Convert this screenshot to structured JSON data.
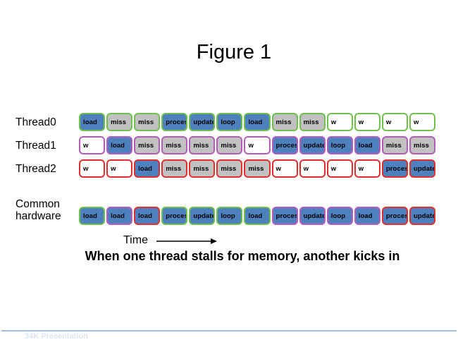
{
  "slide": {
    "title": "Figure 1",
    "time_label": "Time",
    "caption": "When one thread stalls for memory, another kicks in",
    "footer": "34K Presentation"
  },
  "colors": {
    "blue": "#4e80be",
    "gray": "#c1c1c1",
    "white": "#ffffff",
    "green": "#6fc04c",
    "purple": "#b55cba",
    "red": "#e12e2e",
    "footer_line": "#a7bfdb",
    "footer_text": "#dde6f0"
  },
  "rows": [
    {
      "id": "thread0",
      "label": "Thread0",
      "cells": [
        {
          "text": "load",
          "fill": "blue",
          "border": "green"
        },
        {
          "text": "miss",
          "fill": "gray",
          "border": "green"
        },
        {
          "text": "miss",
          "fill": "gray",
          "border": "green"
        },
        {
          "text": "process",
          "fill": "blue",
          "border": "green"
        },
        {
          "text": "update",
          "fill": "blue",
          "border": "green"
        },
        {
          "text": "loop",
          "fill": "blue",
          "border": "green"
        },
        {
          "text": "load",
          "fill": "blue",
          "border": "green"
        },
        {
          "text": "miss",
          "fill": "gray",
          "border": "green"
        },
        {
          "text": "miss",
          "fill": "gray",
          "border": "green"
        },
        {
          "text": "w",
          "fill": "white",
          "border": "green"
        },
        {
          "text": "w",
          "fill": "white",
          "border": "green"
        },
        {
          "text": "w",
          "fill": "white",
          "border": "green"
        },
        {
          "text": "w",
          "fill": "white",
          "border": "green"
        }
      ]
    },
    {
      "id": "thread1",
      "label": "Thread1",
      "cells": [
        {
          "text": "w",
          "fill": "white",
          "border": "purple"
        },
        {
          "text": "load",
          "fill": "blue",
          "border": "purple"
        },
        {
          "text": "miss",
          "fill": "gray",
          "border": "purple"
        },
        {
          "text": "miss",
          "fill": "gray",
          "border": "purple"
        },
        {
          "text": "miss",
          "fill": "gray",
          "border": "purple"
        },
        {
          "text": "miss",
          "fill": "gray",
          "border": "purple"
        },
        {
          "text": "w",
          "fill": "white",
          "border": "purple"
        },
        {
          "text": "process",
          "fill": "blue",
          "border": "purple"
        },
        {
          "text": "update",
          "fill": "blue",
          "border": "purple"
        },
        {
          "text": "loop",
          "fill": "blue",
          "border": "purple"
        },
        {
          "text": "load",
          "fill": "blue",
          "border": "purple"
        },
        {
          "text": "miss",
          "fill": "gray",
          "border": "purple"
        },
        {
          "text": "miss",
          "fill": "gray",
          "border": "purple"
        }
      ]
    },
    {
      "id": "thread2",
      "label": "Thread2",
      "cells": [
        {
          "text": "w",
          "fill": "white",
          "border": "red"
        },
        {
          "text": "w",
          "fill": "white",
          "border": "red"
        },
        {
          "text": "load",
          "fill": "blue",
          "border": "red"
        },
        {
          "text": "miss",
          "fill": "gray",
          "border": "red"
        },
        {
          "text": "miss",
          "fill": "gray",
          "border": "red"
        },
        {
          "text": "miss",
          "fill": "gray",
          "border": "red"
        },
        {
          "text": "miss",
          "fill": "gray",
          "border": "red"
        },
        {
          "text": "w",
          "fill": "white",
          "border": "red"
        },
        {
          "text": "w",
          "fill": "white",
          "border": "red"
        },
        {
          "text": "w",
          "fill": "white",
          "border": "red"
        },
        {
          "text": "w",
          "fill": "white",
          "border": "red"
        },
        {
          "text": "process",
          "fill": "blue",
          "border": "red"
        },
        {
          "text": "update",
          "fill": "blue",
          "border": "red"
        }
      ]
    },
    {
      "id": "common",
      "label": "Common\nhardware",
      "cells": [
        {
          "text": "load",
          "fill": "blue",
          "border": "green"
        },
        {
          "text": "load",
          "fill": "blue",
          "border": "purple"
        },
        {
          "text": "load",
          "fill": "blue",
          "border": "red"
        },
        {
          "text": "process",
          "fill": "blue",
          "border": "green"
        },
        {
          "text": "update",
          "fill": "blue",
          "border": "green"
        },
        {
          "text": "loop",
          "fill": "blue",
          "border": "green"
        },
        {
          "text": "load",
          "fill": "blue",
          "border": "green"
        },
        {
          "text": "process",
          "fill": "blue",
          "border": "purple"
        },
        {
          "text": "update",
          "fill": "blue",
          "border": "purple"
        },
        {
          "text": "loop",
          "fill": "blue",
          "border": "purple"
        },
        {
          "text": "load",
          "fill": "blue",
          "border": "purple"
        },
        {
          "text": "process",
          "fill": "blue",
          "border": "red"
        },
        {
          "text": "update",
          "fill": "blue",
          "border": "red"
        }
      ]
    }
  ]
}
